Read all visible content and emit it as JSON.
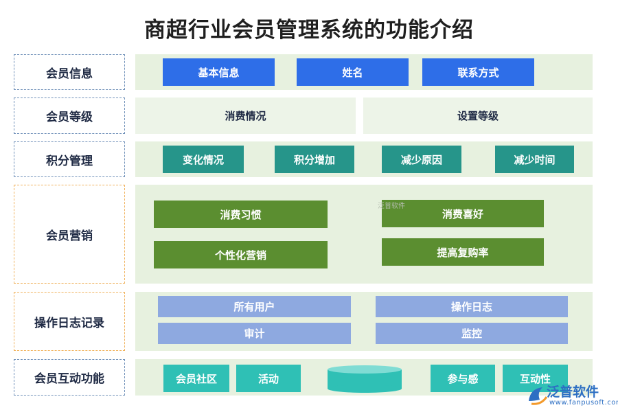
{
  "title": "商超行业会员管理系统的功能介绍",
  "rows": {
    "info": {
      "label": "会员信息",
      "items": [
        "基本信息",
        "姓名",
        "联系方式"
      ]
    },
    "level": {
      "label": "会员等级",
      "items": [
        "消费情况",
        "设置等级"
      ]
    },
    "points": {
      "label": "积分管理",
      "items": [
        "变化情况",
        "积分增加",
        "减少原因",
        "减少时间"
      ]
    },
    "marketing": {
      "label": "会员营销",
      "items": [
        "消费习惯",
        "消费喜好",
        "个性化营销",
        "提高复购率"
      ]
    },
    "log": {
      "label": "操作日志记录",
      "items": [
        "所有用户",
        "操作日志",
        "审计",
        "监控"
      ]
    },
    "interact": {
      "label": "会员互动功能",
      "items": [
        "会员社区",
        "活动",
        "参与感",
        "互动性"
      ]
    }
  },
  "watermark": {
    "small": "泛普软件",
    "brand": "泛普软件",
    "url": "www.fanpusoft.com"
  },
  "colors": {
    "blue": "#2e6ee8",
    "teal": "#26958a",
    "green": "#5b8e30",
    "lavender": "#8ea9e0",
    "cyan": "#2fc0b5",
    "panel": "#e7f1df"
  }
}
